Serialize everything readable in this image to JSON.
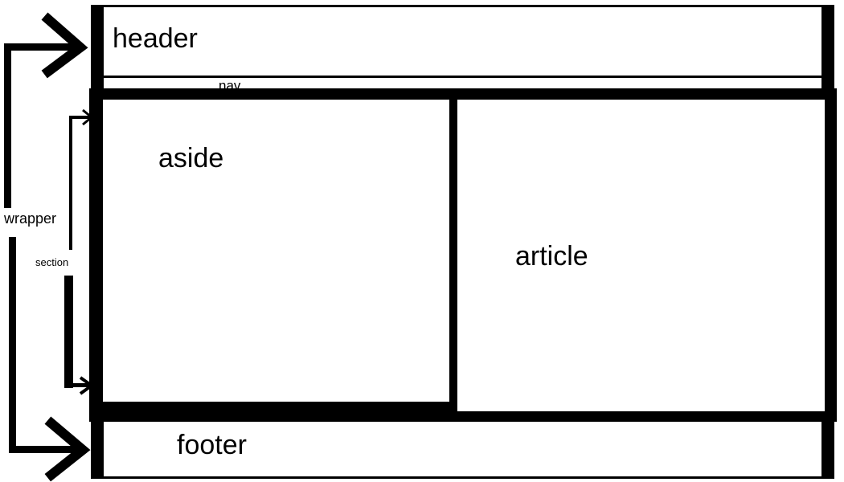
{
  "labels": {
    "header": "header",
    "nav": "nav",
    "aside": "aside",
    "article": "article",
    "footer": "footer",
    "wrapper": "wrapper",
    "section": "section"
  },
  "colors": {
    "stroke": "#000000",
    "background": "#ffffff"
  }
}
